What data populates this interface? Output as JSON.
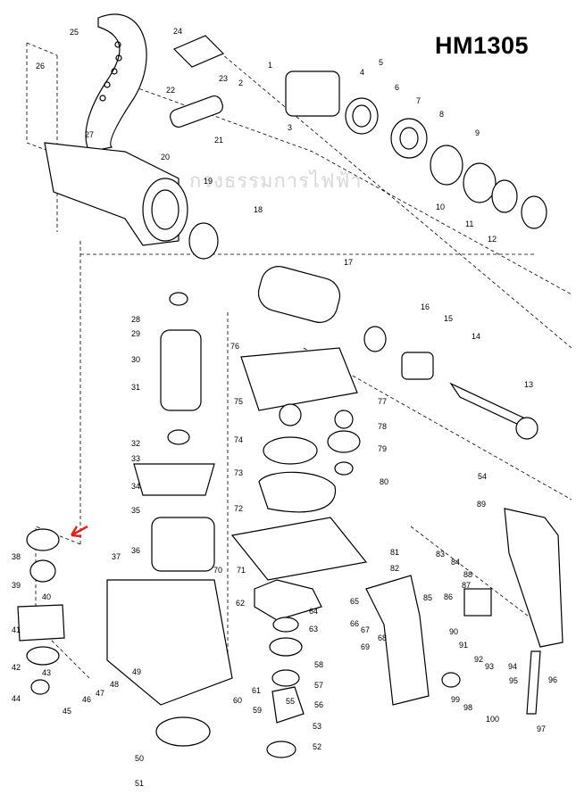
{
  "diagram": {
    "model": "HM1305",
    "watermark": "กรงธรรมการไฟฟ้า",
    "accent_arrow_color": "#e8201c",
    "callouts": [
      "1",
      "2",
      "3",
      "4",
      "5",
      "6",
      "7",
      "8",
      "9",
      "10",
      "11",
      "12",
      "13",
      "14",
      "15",
      "16",
      "17",
      "18",
      "19",
      "20",
      "21",
      "22",
      "23",
      "24",
      "25",
      "26",
      "27",
      "28",
      "29",
      "30",
      "31",
      "32",
      "33",
      "34",
      "35",
      "36",
      "37",
      "38",
      "39",
      "40",
      "41",
      "42",
      "43",
      "44",
      "45",
      "46",
      "47",
      "48",
      "49",
      "50",
      "51",
      "52",
      "53",
      "54",
      "55",
      "56",
      "57",
      "58",
      "59",
      "60",
      "61",
      "62",
      "63",
      "64",
      "65",
      "66",
      "67",
      "68",
      "69",
      "70",
      "71",
      "72",
      "73",
      "74",
      "75",
      "76",
      "77",
      "78",
      "79",
      "80",
      "81",
      "82",
      "83",
      "84",
      "85",
      "86",
      "87",
      "88",
      "89",
      "90",
      "91",
      "92",
      "93",
      "94",
      "95",
      "96",
      "97",
      "98",
      "99",
      "100"
    ]
  }
}
